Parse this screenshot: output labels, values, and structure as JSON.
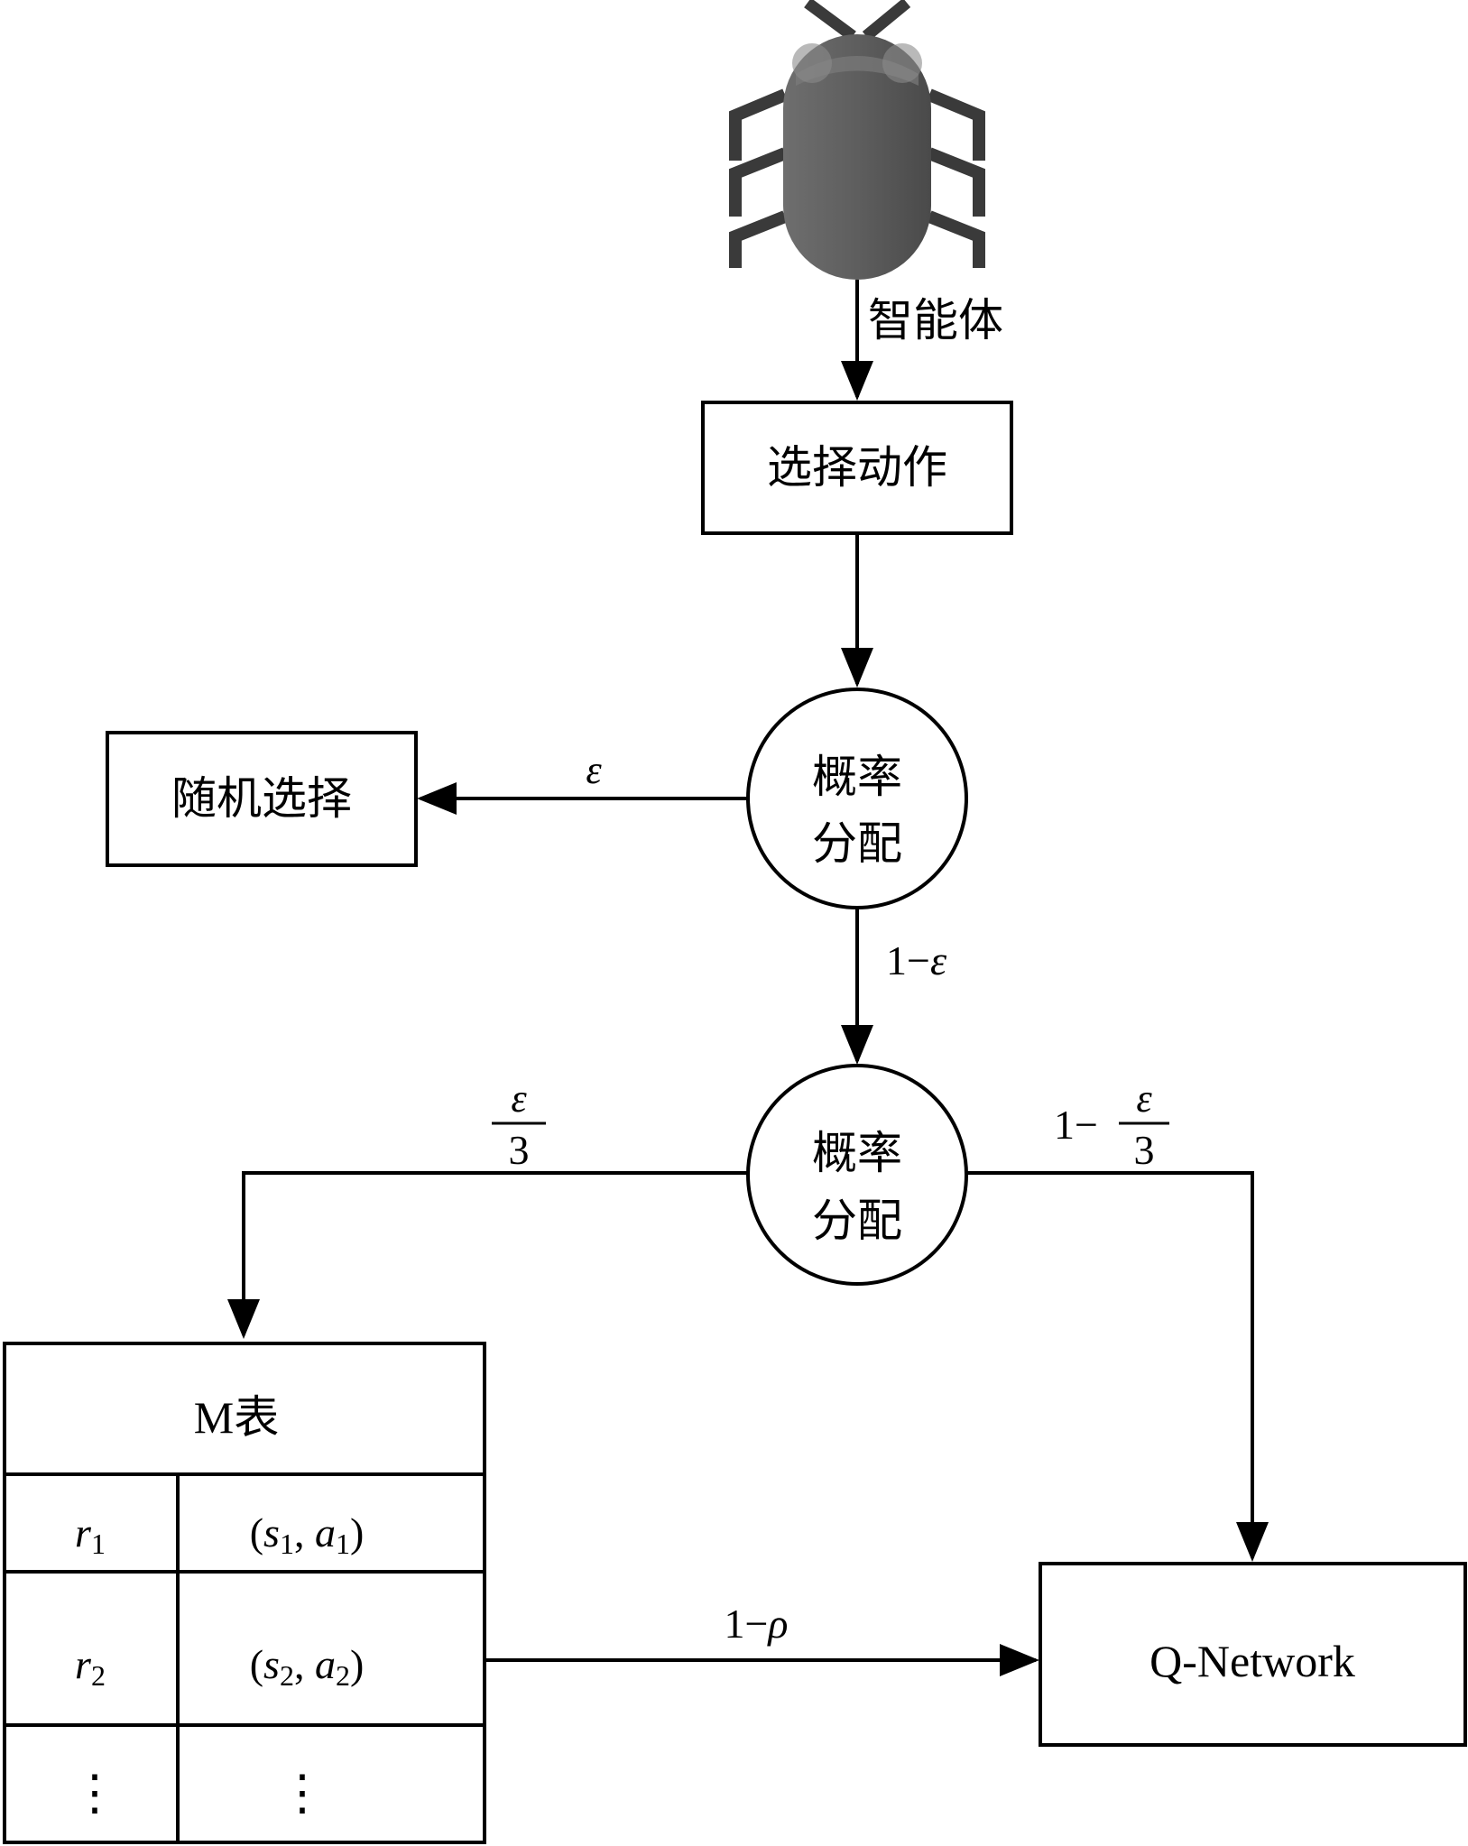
{
  "agent": {
    "icon": "bug-icon",
    "label": "智能体",
    "body_color": "#5f5f5f",
    "leg_color": "#3a3a3a"
  },
  "select_action": {
    "label": "选择动作"
  },
  "random_select": {
    "label": "随机选择"
  },
  "prob_node_1": {
    "line1": "概率",
    "line2": "分配"
  },
  "prob_node_2": {
    "line1": "概率",
    "line2": "分配"
  },
  "edges": {
    "to_random": {
      "label": "ε"
    },
    "to_second": {
      "prefix": "1−",
      "symbol": "ε"
    },
    "to_m_table": {
      "numerator": "ε",
      "denominator": "3"
    },
    "to_qnet_top": {
      "prefix": "1−",
      "numerator": "ε",
      "denominator": "3"
    },
    "table_to_qnet": {
      "prefix": "1−",
      "symbol": "ρ"
    }
  },
  "m_table": {
    "title": "M表",
    "rows": [
      {
        "r": "r",
        "r_sub": "1",
        "s": "s",
        "s_sub": "1",
        "a": "a",
        "a_sub": "1"
      },
      {
        "r": "r",
        "r_sub": "2",
        "s": "s",
        "s_sub": "2",
        "a": "a",
        "a_sub": "2"
      }
    ],
    "ellipsis": "⋮"
  },
  "q_network": {
    "label": "Q-Network"
  }
}
